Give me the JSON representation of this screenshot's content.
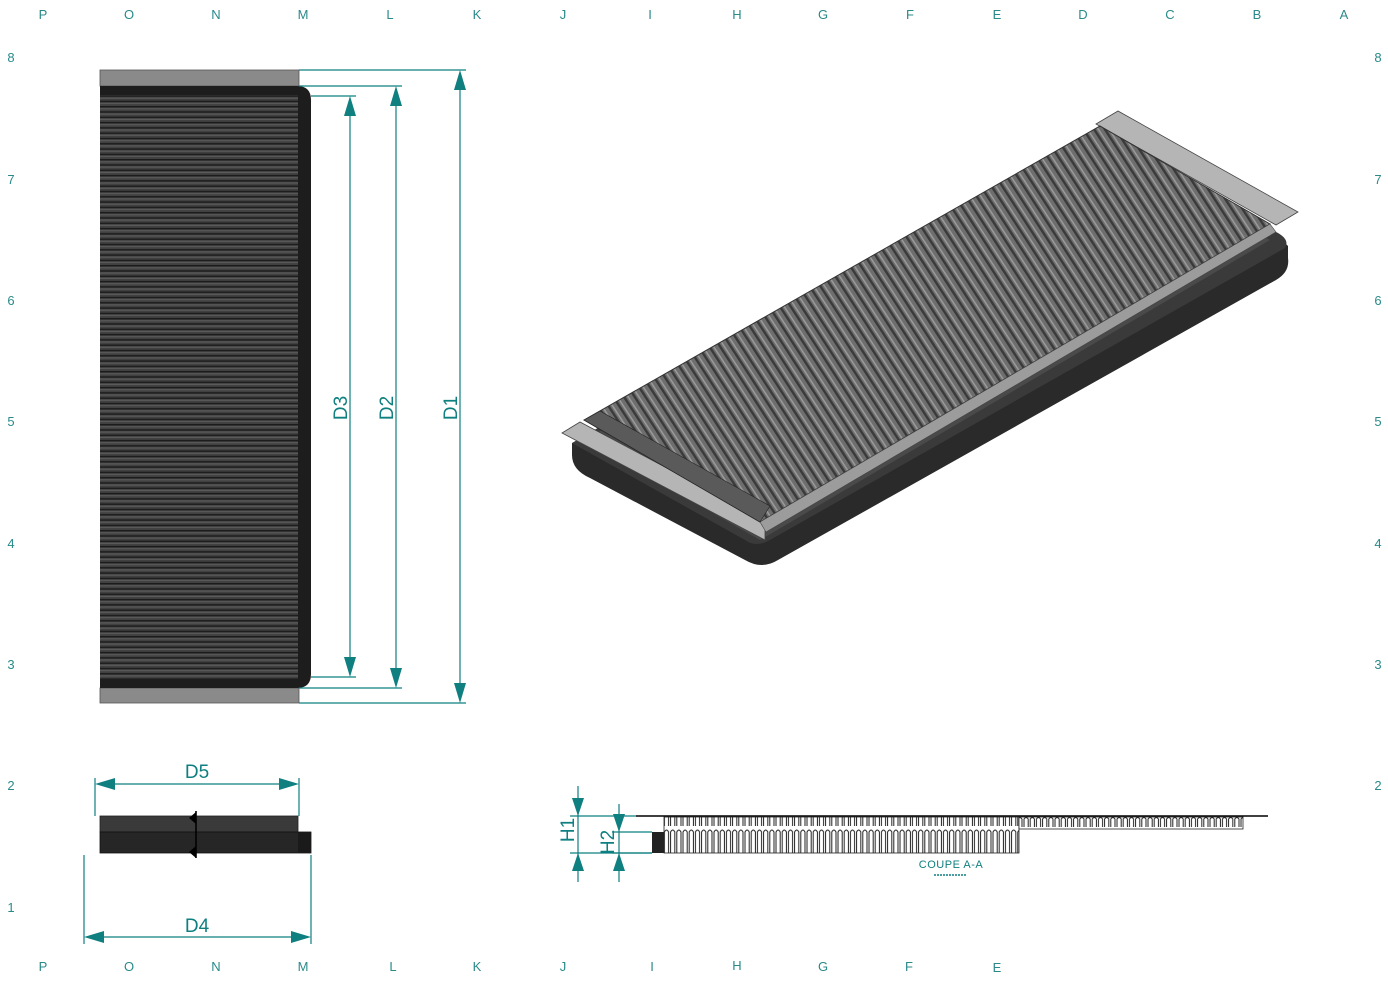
{
  "sheet": {
    "top_columns": [
      "P",
      "O",
      "N",
      "M",
      "L",
      "K",
      "J",
      "I",
      "H",
      "G",
      "F",
      "E",
      "D",
      "C",
      "B",
      "A"
    ],
    "bottom_columns": [
      "P",
      "O",
      "N",
      "M",
      "L",
      "K",
      "J",
      "I",
      "H",
      "G",
      "F",
      "E"
    ],
    "rows": [
      "8",
      "7",
      "6",
      "5",
      "4",
      "3",
      "2",
      "1"
    ]
  },
  "dimensions": {
    "d1": "D1",
    "d2": "D2",
    "d3": "D3",
    "d4": "D4",
    "d5": "D5",
    "h1": "H1",
    "h2": "H2"
  },
  "section": {
    "caption": "COUPE A-A"
  },
  "colors": {
    "dimension": "#0f7f80",
    "grid_text": "#2a8a8a",
    "body_dark": "#2b2b2b",
    "flange_grey": "#8c8c8c"
  }
}
